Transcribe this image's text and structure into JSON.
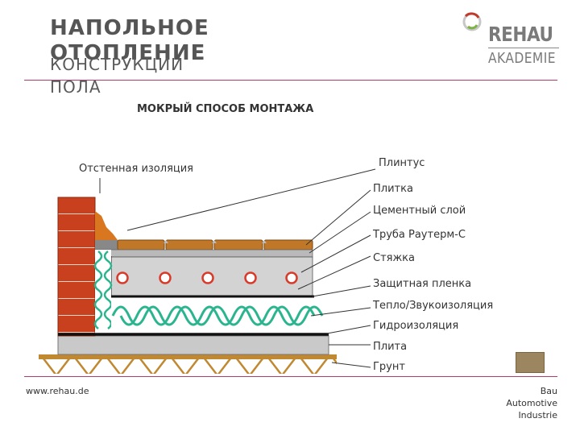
{
  "header": {
    "title_line1": "НАПОЛЬНОЕ",
    "title_line2": "ОТОПЛЕНИЕ",
    "subtitle_line1": "КОНСТРУКЦИИ",
    "subtitle_line2": "ПОЛА",
    "method": "МОКРЫЙ СПОСОБ  МОНТАЖА"
  },
  "logo": {
    "brand": "REHAU",
    "sub": "AKADEMIE"
  },
  "diagram": {
    "wall_label": "Отстенная изоляция",
    "layers": [
      "Плинтус",
      "Плитка",
      "Цементный слой",
      "Труба Раутерм-С",
      "Стяжка",
      "Защитная пленка",
      "Тепло/Звукоизоляция",
      "Гидроизоляция",
      "Плита",
      "Грунт"
    ]
  },
  "footer": {
    "url": "www.rehau.de",
    "tags": [
      "Bau",
      "Automotive",
      "Industrie"
    ]
  },
  "colors": {
    "accent": "#b23a6e",
    "brick": "#c8401e",
    "tile": "#c07828",
    "insulation": "#2bb58f",
    "pipe": "#d93a2a"
  }
}
